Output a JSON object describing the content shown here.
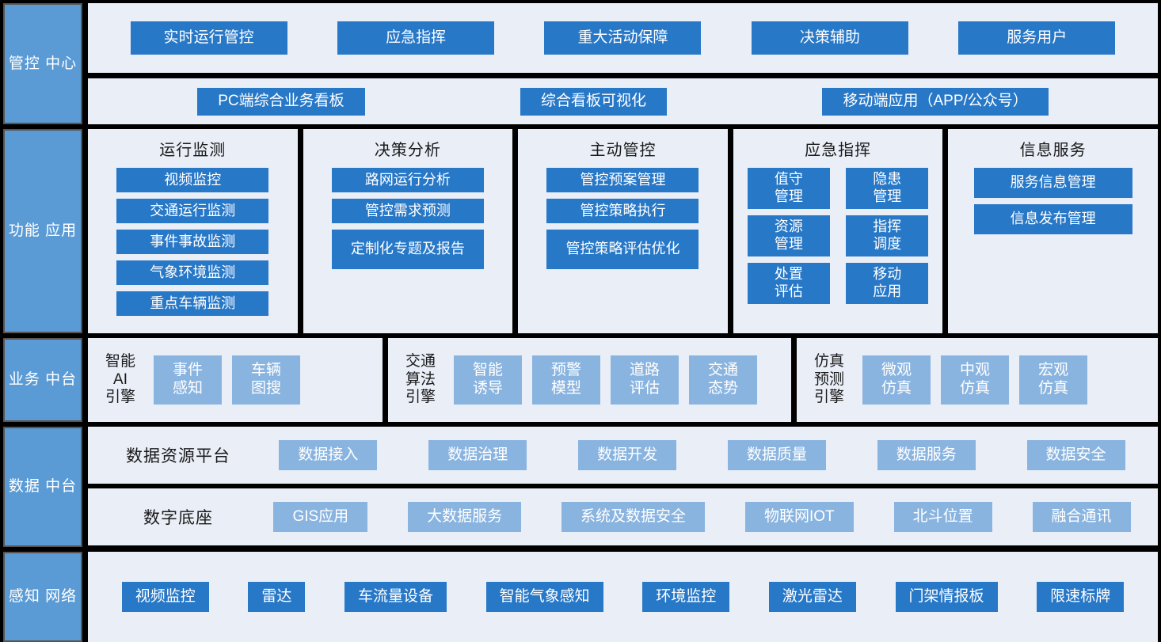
{
  "layers": {
    "control_center": {
      "label": "管控\n中心",
      "top_items": [
        "实时运行管控",
        "应急指挥",
        "重大活动保障",
        "决策辅助",
        "服务用户"
      ],
      "bottom_items": [
        "PC端综合业务看板",
        "综合看板可视化",
        "移动端应用（APP/公众号）"
      ]
    },
    "function_app": {
      "label": "功能\n应用",
      "panels": [
        {
          "title": "运行监测",
          "layout": "list",
          "items": [
            "视频监控",
            "交通运行监测",
            "事件事故监测",
            "气象环境监测",
            "重点车辆监测"
          ]
        },
        {
          "title": "决策分析",
          "layout": "list",
          "items": [
            "路网运行分析",
            "管控需求预测",
            "定制化专题\n及报告"
          ]
        },
        {
          "title": "主动管控",
          "layout": "list",
          "items": [
            "管控预案管理",
            "管控策略执行",
            "管控策略评估\n优化"
          ]
        },
        {
          "title": "应急指挥",
          "layout": "grid2",
          "items": [
            "值守\n管理",
            "隐患\n管理",
            "资源\n管理",
            "指挥\n调度",
            "处置\n评估",
            "移动\n应用"
          ]
        },
        {
          "title": "信息服务",
          "layout": "list",
          "items": [
            "服务信息管理",
            "信息发布管理"
          ]
        }
      ]
    },
    "business_platform": {
      "label": "业务\n中台",
      "engines": [
        {
          "name": "智能\nAI\n引擎",
          "items": [
            "事件\n感知",
            "车辆\n图搜"
          ]
        },
        {
          "name": "交通\n算法\n引擎",
          "items": [
            "智能\n诱导",
            "预警\n模型",
            "道路\n评估",
            "交通\n态势"
          ]
        },
        {
          "name": "仿真\n预测\n引擎",
          "items": [
            "微观\n仿真",
            "中观\n仿真",
            "宏观\n仿真"
          ]
        }
      ]
    },
    "data_platform": {
      "label": "数据\n中台",
      "rows": [
        {
          "lead": "数据资源平台",
          "items": [
            "数据接入",
            "数据治理",
            "数据开发",
            "数据质量",
            "数据服务",
            "数据安全"
          ]
        },
        {
          "lead": "数字底座",
          "items": [
            "GIS应用",
            "大数据服务",
            "系统及数据安全",
            "物联网IOT",
            "北斗位置",
            "融合通讯"
          ]
        }
      ]
    },
    "sensing_network": {
      "label": "感知\n网络",
      "items": [
        "视频监控",
        "雷达",
        "车流量设备",
        "智能气象感知",
        "环境监控",
        "激光雷达",
        "门架情报板",
        "限速标牌"
      ]
    }
  },
  "colors": {
    "background": "#000000",
    "panel": "#e9eef7",
    "chip_dark": "#2878c8",
    "chip_light": "#8ab4e0",
    "side_label": "#5b9bd5",
    "side_border": "#595451",
    "text_light": "#ffffff",
    "text_dark": "#1a1a1a"
  }
}
